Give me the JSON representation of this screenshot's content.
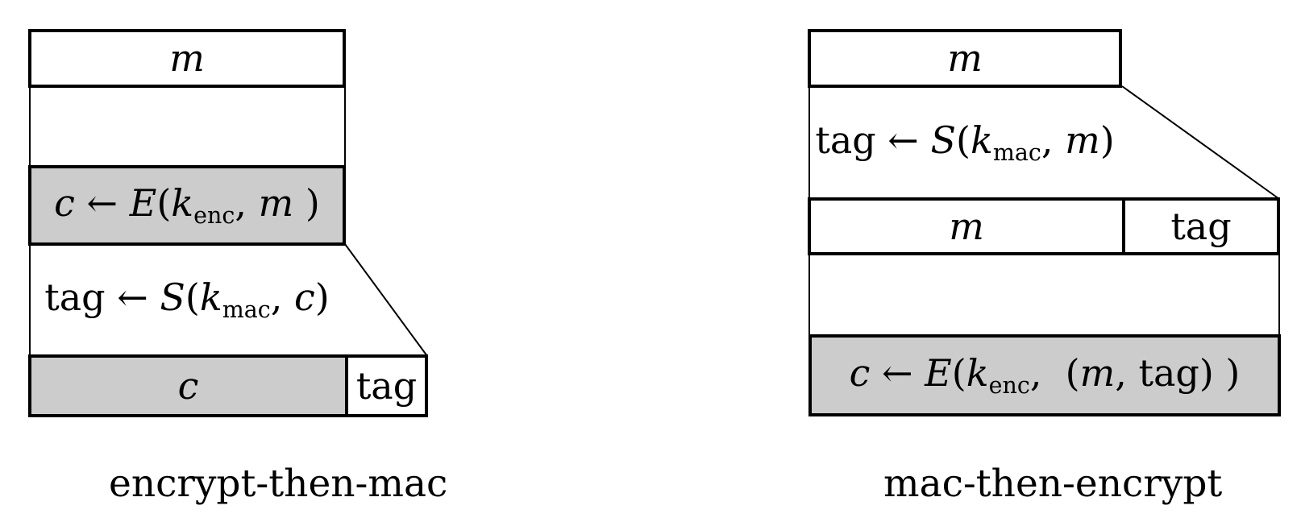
{
  "figure": {
    "background": "#ffffff",
    "box_fill_white": "#ffffff",
    "box_fill_gray": "#cccccc",
    "stroke_color": "#000000"
  },
  "left": {
    "caption": "encrypt-then-mac",
    "top_box_label": "m",
    "encrypt_formula": [
      {
        "t": "c",
        "s": "i"
      },
      {
        "t": " ← ",
        "s": "r"
      },
      {
        "t": "E",
        "s": "i"
      },
      {
        "t": "(",
        "s": "r"
      },
      {
        "t": "k",
        "s": "i"
      },
      {
        "t": "enc",
        "s": "sub"
      },
      {
        "t": ", ",
        "s": "r"
      },
      {
        "t": "m",
        "s": "i"
      },
      {
        "t": " )",
        "s": "r"
      }
    ],
    "mac_formula": [
      {
        "t": "tag ← ",
        "s": "r"
      },
      {
        "t": "S",
        "s": "i"
      },
      {
        "t": "(",
        "s": "r"
      },
      {
        "t": "k",
        "s": "i"
      },
      {
        "t": "mac",
        "s": "sub"
      },
      {
        "t": ", ",
        "s": "r"
      },
      {
        "t": "c",
        "s": "i"
      },
      {
        "t": ")",
        "s": "r"
      }
    ],
    "result_cipher_label": "c",
    "result_tag_label": "tag"
  },
  "right": {
    "caption": "mac-then-encrypt",
    "top_box_label": "m",
    "mac_formula": [
      {
        "t": "tag ← ",
        "s": "r"
      },
      {
        "t": "S",
        "s": "i"
      },
      {
        "t": "(",
        "s": "r"
      },
      {
        "t": "k",
        "s": "i"
      },
      {
        "t": "mac",
        "s": "sub"
      },
      {
        "t": ", ",
        "s": "r"
      },
      {
        "t": "m",
        "s": "i"
      },
      {
        "t": ")",
        "s": "r"
      }
    ],
    "mid_message_label": "m",
    "mid_tag_label": "tag",
    "encrypt_formula": [
      {
        "t": "c",
        "s": "i"
      },
      {
        "t": " ← ",
        "s": "r"
      },
      {
        "t": "E",
        "s": "i"
      },
      {
        "t": "(",
        "s": "r"
      },
      {
        "t": "k",
        "s": "i"
      },
      {
        "t": "enc",
        "s": "sub"
      },
      {
        "t": ",  (",
        "s": "r"
      },
      {
        "t": "m",
        "s": "i"
      },
      {
        "t": ", tag) )",
        "s": "r"
      }
    ]
  }
}
